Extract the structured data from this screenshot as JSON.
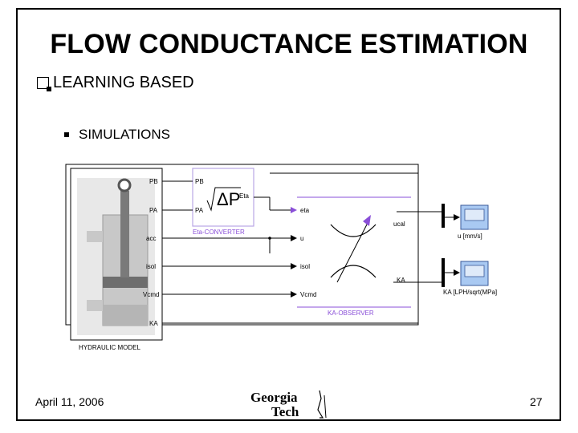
{
  "slide": {
    "title": "FLOW CONDUCTANCE ESTIMATION",
    "bullet_level1": "LEARNING BASED",
    "bullet_level2": "SIMULATIONS",
    "date": "April 11, 2006",
    "page_number": "27"
  },
  "logo": {
    "line1": "Georgia",
    "line2": "Tech"
  },
  "diagram": {
    "hydraulic_block": {
      "caption": "HYDRAULIC MODEL",
      "ports": [
        "PB",
        "PA",
        "acc",
        "isol",
        "Vcmd",
        "KA"
      ]
    },
    "eta_block": {
      "caption": "Eta-CONVERTER",
      "inputs": [
        "PB",
        "PA"
      ],
      "output": "Eta",
      "symbol": "ΔP"
    },
    "observer_block": {
      "caption": "KA-OBSERVER",
      "inputs": [
        "eta",
        "u",
        "isol",
        "Vcmd"
      ],
      "outputs": [
        "ucal",
        "KA"
      ]
    },
    "scopes": [
      {
        "label": "u [mm/s]"
      },
      {
        "label": "KA [LPH/sqrt(MPa]"
      }
    ],
    "colors": {
      "accent": "#8a4fd8",
      "block_border": "#b9a6e6",
      "scope_fill": "#a9c9f2",
      "cylinder": "#c8c8c8",
      "rod": "#7a7a7a"
    }
  }
}
